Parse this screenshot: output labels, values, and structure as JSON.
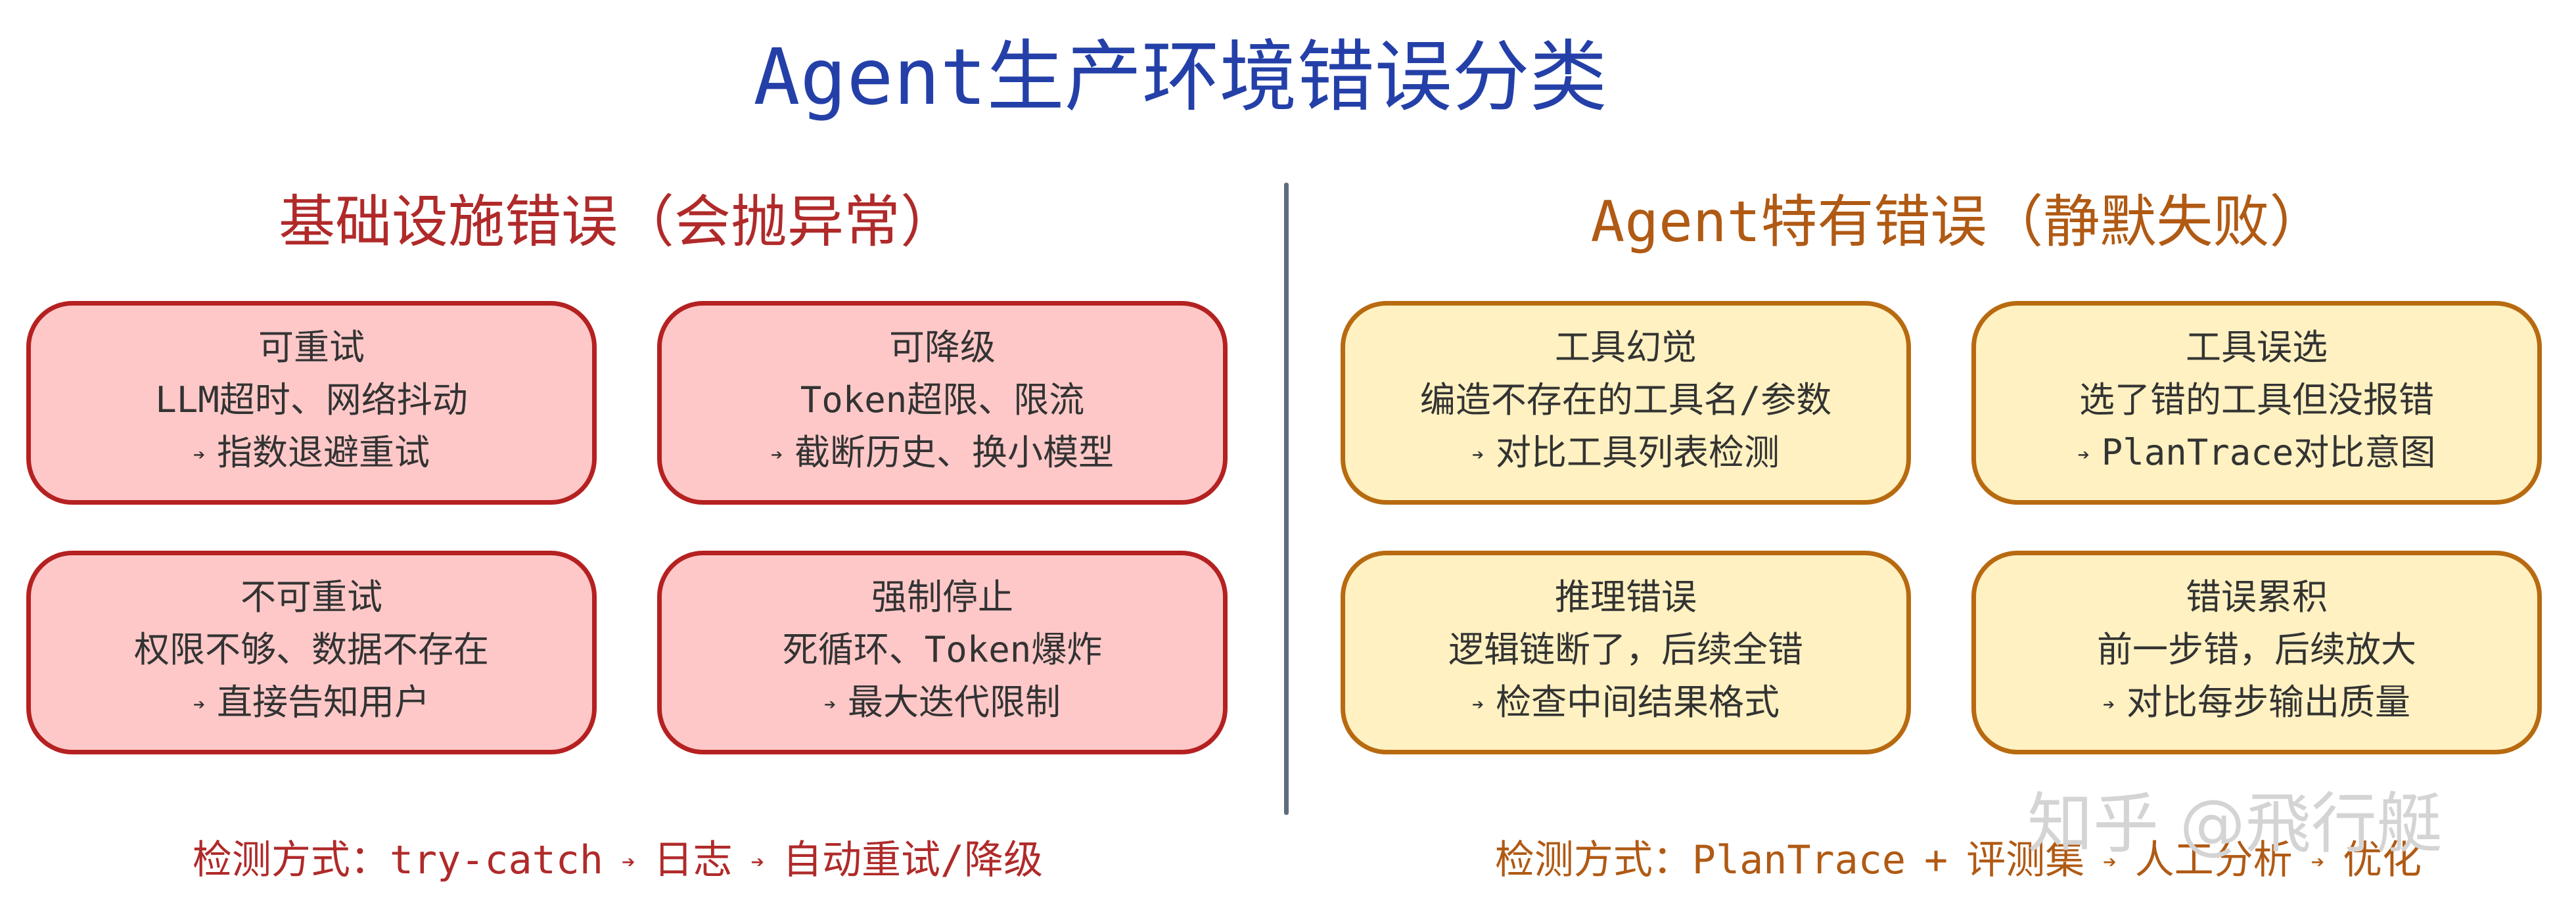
{
  "title": "Agent生产环境错误分类",
  "left": {
    "title": "基础设施错误（会抛异常）",
    "cards": [
      {
        "name": "可重试",
        "desc": "LLM超时、网络抖动",
        "action": "指数退避重试"
      },
      {
        "name": "可降级",
        "desc": "Token超限、限流",
        "action": "截断历史、换小模型"
      },
      {
        "name": "不可重试",
        "desc": "权限不够、数据不存在",
        "action": "直接告知用户"
      },
      {
        "name": "强制停止",
        "desc": "死循环、Token爆炸",
        "action": "最大迭代限制"
      }
    ],
    "detection": {
      "label": "检测方式：",
      "steps": [
        "try-catch",
        "日志",
        "自动重试/降级"
      ]
    }
  },
  "right": {
    "title": "Agent特有错误（静默失败）",
    "cards": [
      {
        "name": "工具幻觉",
        "desc": "编造不存在的工具名/参数",
        "action": "对比工具列表检测"
      },
      {
        "name": "工具误选",
        "desc": "选了错的工具但没报错",
        "action": "PlanTrace对比意图"
      },
      {
        "name": "推理错误",
        "desc": "逻辑链断了，后续全错",
        "action": "检查中间结果格式"
      },
      {
        "name": "错误累积",
        "desc": "前一步错，后续放大",
        "action": "对比每步输出质量"
      }
    ],
    "detection": {
      "label": "检测方式：",
      "step1": "PlanTrace",
      "plus": "+",
      "steps": [
        "评测集",
        "人工分析",
        "优化"
      ]
    }
  },
  "colors": {
    "title": "#2440a8",
    "left_accent": "#b02a2a",
    "left_fill": "#ffc8c8",
    "right_accent": "#b05a14",
    "right_fill": "#fff1c1",
    "divider": "#5e6e7e"
  },
  "arrow_icon": "➔",
  "watermark": "知乎 @飛行艇"
}
